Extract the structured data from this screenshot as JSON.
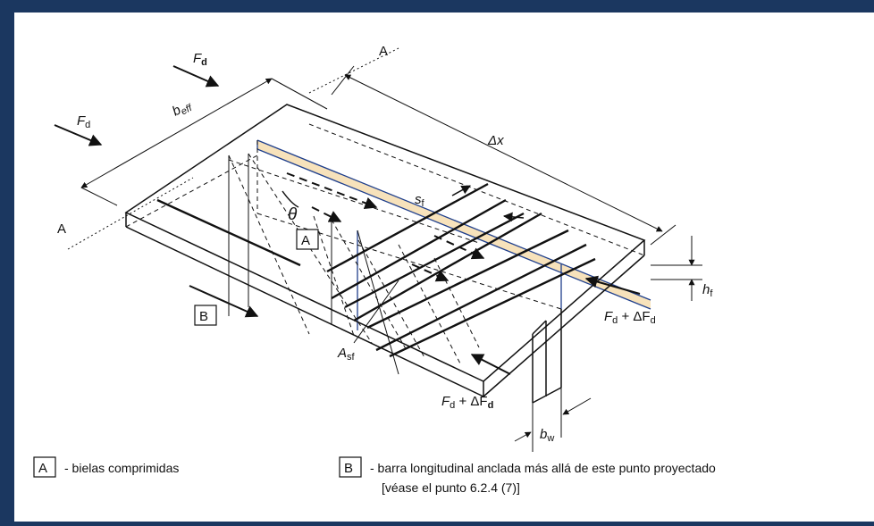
{
  "diagram": {
    "section_label": "A",
    "force_f": "F",
    "force_f_sub": "d",
    "width_b": "b",
    "width_b_sub": "eff",
    "delta_x": "Δx",
    "spacing_s": "s",
    "spacing_s_sub": "f",
    "angle": "θ",
    "flange_h": "h",
    "flange_h_sub": "f",
    "web_b": "b",
    "web_b_sub": "w",
    "area_a": "A",
    "area_a_sub": "sf",
    "force_plus": " + ΔF",
    "force_plus_sub": "d",
    "box_a": "A",
    "box_b": "B"
  },
  "legend": {
    "a_key": "A",
    "a_text": "- bielas comprimidas",
    "b_key": "B",
    "b_text": "- barra longitudinal anclada más allá de este punto proyectado",
    "b_text2": "[véase el punto 6.2.4 (7)]"
  },
  "colors": {
    "background": "#1b3760",
    "highlight": "#f7e2bb",
    "highlight_edge": "#1f3f8c"
  }
}
